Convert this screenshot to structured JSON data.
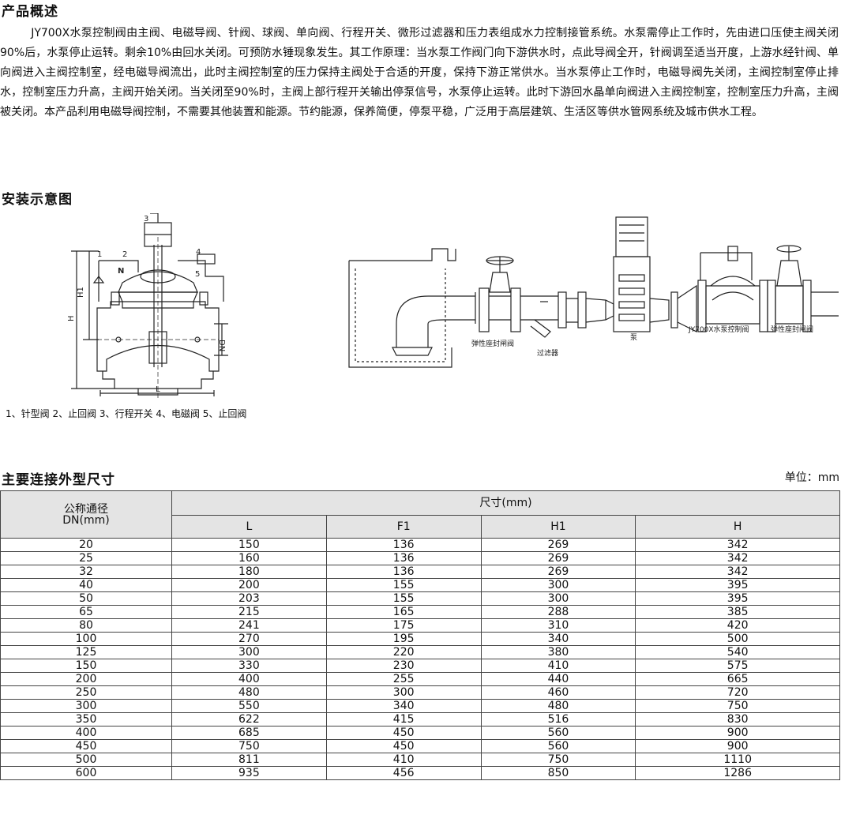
{
  "overview": {
    "heading": "产品概述",
    "text": "JY700X水泵控制阀由主阀、电磁导阀、针阀、球阀、单向阀、行程开关、微形过滤器和压力表组成水力控制接管系统。水泵需停止工作时，先由进口压使主阀关闭90%后，水泵停止运转。剩余10%由回水关闭。可预防水锤现象发生。其工作原理：当水泵工作阀门向下游供水时，点此导阀全开，针阀调至适当开度，上游水经针阀、单向阀进入主阀控制室，经电磁导阀流出，此时主阀控制室的压力保持主阀处于合适的开度，保持下游正常供水。当水泵停止工作时，电磁导阀先关闭，主阀控制室停止排水，控制室压力升高，主阀开始关闭。当关闭至90%时，主阀上部行程开关输出停泵信号，水泵停止运转。此时下游回水晶单向阀进入主阀控制室，控制室压力升高，主阀被关闭。本产品利用电磁导阀控制，不需要其他装置和能源。节约能源，保养简便，停泵平稳，广泛用于高层建筑、生活区等供水管网系统及城市供水工程。"
  },
  "install": {
    "heading": "安装示意图",
    "legend": "1、针型阀 2、止回阀 3、行程开关 4、电磁阀 5、止回阀",
    "valve_marks": {
      "n1": "1",
      "n2": "2",
      "n3": "3",
      "n4": "4",
      "n5": "5",
      "H1": "H1",
      "H": "H",
      "DN": "DN",
      "L": "L",
      "N": "N"
    },
    "pipe_labels": {
      "gate_valve": "弹性座封闸阀",
      "filter": "过滤器",
      "pump": "泵",
      "control_valve": "JY700X水泵控制阀",
      "gate_valve_2": "弹性座封闸阀"
    }
  },
  "dims": {
    "heading": "主要连接外型尺寸",
    "unit": "单位：mm",
    "dn_header": [
      "公称通径",
      "DN(mm)"
    ],
    "group_header": "尺寸(mm)",
    "columns": [
      "L",
      "F1",
      "H1",
      "H"
    ],
    "rows": [
      [
        "20",
        "150",
        "136",
        "269",
        "342"
      ],
      [
        "25",
        "160",
        "136",
        "269",
        "342"
      ],
      [
        "32",
        "180",
        "136",
        "269",
        "342"
      ],
      [
        "40",
        "200",
        "155",
        "300",
        "395"
      ],
      [
        "50",
        "203",
        "155",
        "300",
        "395"
      ],
      [
        "65",
        "215",
        "165",
        "288",
        "385"
      ],
      [
        "80",
        "241",
        "175",
        "310",
        "420"
      ],
      [
        "100",
        "270",
        "195",
        "340",
        "500"
      ],
      [
        "125",
        "300",
        "220",
        "380",
        "540"
      ],
      [
        "150",
        "330",
        "230",
        "410",
        "575"
      ],
      [
        "200",
        "400",
        "255",
        "440",
        "665"
      ],
      [
        "250",
        "480",
        "300",
        "460",
        "720"
      ],
      [
        "300",
        "550",
        "340",
        "480",
        "750"
      ],
      [
        "350",
        "622",
        "415",
        "516",
        "830"
      ],
      [
        "400",
        "685",
        "450",
        "560",
        "900"
      ],
      [
        "450",
        "750",
        "450",
        "560",
        "900"
      ],
      [
        "500",
        "811",
        "410",
        "750",
        "1110"
      ],
      [
        "600",
        "935",
        "456",
        "850",
        "1286"
      ]
    ]
  }
}
